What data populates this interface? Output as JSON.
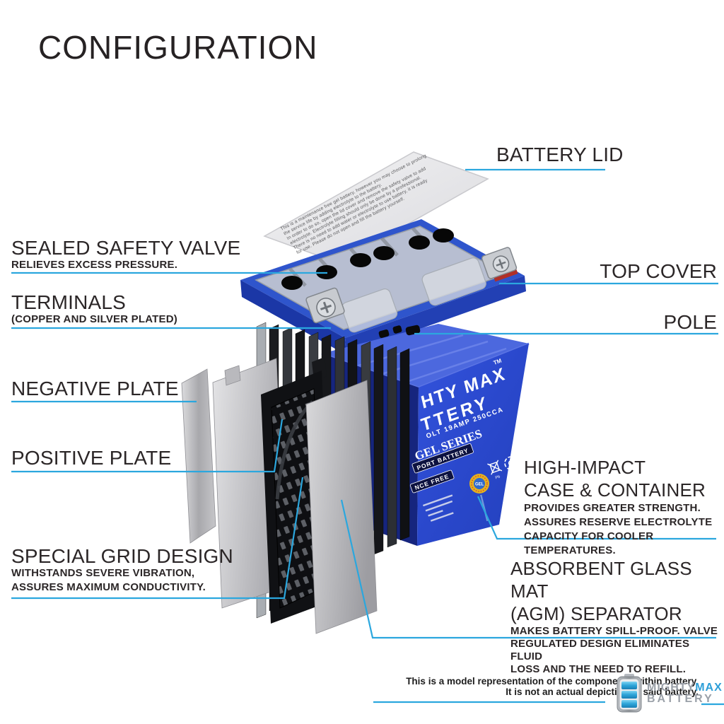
{
  "page": {
    "title": "CONFIGURATION"
  },
  "colors": {
    "leader_line": "#2ba7de",
    "heading": "#2b2627",
    "case_blue_front": "#2c4ace",
    "case_blue_top": "#4c68de",
    "tray_blue": "#2f55cc",
    "logo_gray": "#9aa0a8",
    "logo_accent_blue": "#2d9fd8"
  },
  "labels": {
    "battery_lid": {
      "title": "BATTERY LID"
    },
    "ssv": {
      "title": "SEALED SAFETY VALVE",
      "desc": "RELIEVES EXCESS PRESSURE."
    },
    "terminals": {
      "title": "TERMINALS",
      "desc": "(COPPER AND SILVER PLATED)"
    },
    "top_cover": {
      "title": "TOP COVER"
    },
    "pole": {
      "title": "POLE"
    },
    "negative_plate": {
      "title": "NEGATIVE PLATE"
    },
    "positive_plate": {
      "title": "POSITIVE PLATE"
    },
    "special_grid": {
      "title": "SPECIAL GRID DESIGN",
      "desc": [
        "WITHSTANDS SEVERE VIBRATION,",
        "ASSURES MAXIMUM CONDUCTIVITY."
      ]
    },
    "high_impact": {
      "title_lines": [
        "HIGH-IMPACT",
        "CASE & CONTAINER"
      ],
      "desc": [
        "PROVIDES GREATER STRENGTH.",
        "ASSURES RESERVE ELECTROLYTE",
        "CAPACITY FOR COOLER TEMPERATURES."
      ]
    },
    "agm": {
      "title_lines": [
        "ABSORBENT GLASS MAT",
        "(AGM) SEPARATOR"
      ],
      "desc": [
        "MAKES BATTERY SPILL-PROOF. VALVE",
        "REGULATED DESIGN ELIMINATES FLUID",
        "LOSS AND THE NEED TO REFILL."
      ]
    }
  },
  "lid": [
    "This is a maintenance free gel battery, however you may choose to prolong",
    "the service life by adding electrolyte to the battery.",
    "In order to do so, open the lid cover and remove the safety valve to add",
    "electrolyte. Electrolyte filling should only be done by a professional.",
    "There is no need to add water or electrolyte to use  battery, it is ready",
    "for use. Please do not open and fill the battery yourself."
  ],
  "case_print": {
    "brand_top": "HTY MAX",
    "brand_bottom": "TTERY",
    "trademark": "TM",
    "spec": "OLT 19AMP 250CCA",
    "series": "GEL SERIES",
    "bar1": "PORT BATTERY",
    "bar2": "NCE FREE",
    "badge": "GEL",
    "pb": "Pb"
  },
  "footer": {
    "disclaimer": [
      "This is a model representation of the components within battery.",
      "It is not an actual depiction of said battery."
    ],
    "logo": {
      "word1": "MIGHTY",
      "word1_accent": "MAX",
      "word2": "BATTERY"
    }
  }
}
